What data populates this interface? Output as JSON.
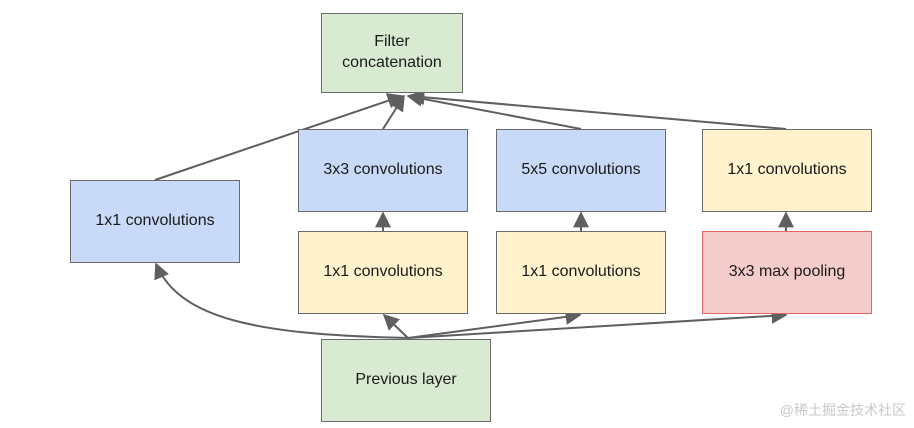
{
  "nodes": {
    "filter_concat": {
      "label": "Filter\nconcatenation",
      "color": "#d9ead3"
    },
    "conv1x1_left": {
      "label": "1x1 convolutions",
      "color": "#c9daf8"
    },
    "conv3x3": {
      "label": "3x3 convolutions",
      "color": "#c9daf8"
    },
    "conv5x5": {
      "label": "5x5 convolutions",
      "color": "#c9daf8"
    },
    "conv1x1_right_top": {
      "label": "1x1 convolutions",
      "color": "#fff2cc"
    },
    "conv1x1_a": {
      "label": "1x1 convolutions",
      "color": "#fff2cc"
    },
    "conv1x1_b": {
      "label": "1x1 convolutions",
      "color": "#fff2cc"
    },
    "maxpool": {
      "label": "3x3 max pooling",
      "color": "#f4cccc"
    },
    "previous_layer": {
      "label": "Previous layer",
      "color": "#d9ead3"
    }
  },
  "edges": [
    [
      "previous_layer",
      "conv1x1_left"
    ],
    [
      "previous_layer",
      "conv1x1_a"
    ],
    [
      "previous_layer",
      "conv1x1_b"
    ],
    [
      "previous_layer",
      "maxpool"
    ],
    [
      "conv1x1_a",
      "conv3x3"
    ],
    [
      "conv1x1_b",
      "conv5x5"
    ],
    [
      "maxpool",
      "conv1x1_right_top"
    ],
    [
      "conv1x1_left",
      "filter_concat"
    ],
    [
      "conv3x3",
      "filter_concat"
    ],
    [
      "conv5x5",
      "filter_concat"
    ],
    [
      "conv1x1_right_top",
      "filter_concat"
    ]
  ],
  "watermark": "@稀土掘金技术社区"
}
